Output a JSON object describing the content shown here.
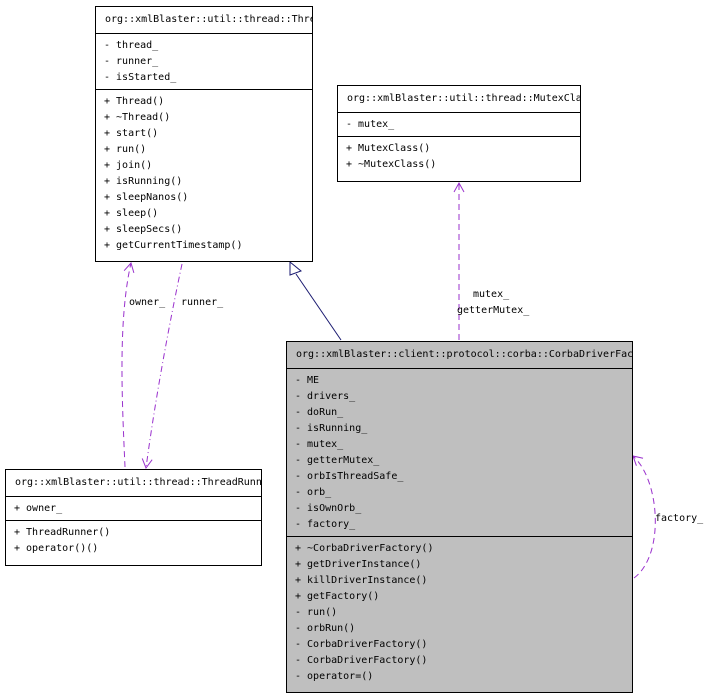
{
  "classes": {
    "thread": {
      "name": "org::xmlBlaster::util::thread::Thread",
      "attributes": [
        "- thread_",
        "- runner_",
        "- isStarted_"
      ],
      "methods": [
        "+ Thread()",
        "+ ~Thread()",
        "+ start()",
        "+ run()",
        "+ join()",
        "+ isRunning()",
        "+ sleepNanos()",
        "+ sleep()",
        "+ sleepSecs()",
        "+ getCurrentTimestamp()"
      ]
    },
    "mutex_class": {
      "name": "org::xmlBlaster::util::thread::MutexClass",
      "attributes": [
        "- mutex_"
      ],
      "methods": [
        "+ MutexClass()",
        "+ ~MutexClass()"
      ]
    },
    "thread_runner": {
      "name": "org::xmlBlaster::util::thread::ThreadRunner",
      "attributes": [
        "+ owner_"
      ],
      "methods": [
        "+ ThreadRunner()",
        "+ operator()()"
      ]
    },
    "corba_driver_factory": {
      "name": "org::xmlBlaster::client::protocol::corba::CorbaDriverFactory",
      "attributes": [
        "- ME",
        "- drivers_",
        "- doRun_",
        "- isRunning_",
        "- mutex_",
        "- getterMutex_",
        "- orbIsThreadSafe_",
        "- orb_",
        "- isOwnOrb_",
        "- factory_"
      ],
      "methods": [
        "+ ~CorbaDriverFactory()",
        "+ getDriverInstance()",
        "+ killDriverInstance()",
        "+ getFactory()",
        "- run()",
        "- orbRun()",
        "- CorbaDriverFactory()",
        "- CorbaDriverFactory()",
        "- operator=()"
      ]
    }
  },
  "edge_labels": {
    "owner": "owner_",
    "runner": "runner_",
    "mutex": "mutex_",
    "getter_mutex": "getterMutex_",
    "factory": "factory_"
  },
  "colors": {
    "dependency": "#9a32cd",
    "inheritance": "#191970",
    "main_fill": "#bfbfbf"
  }
}
